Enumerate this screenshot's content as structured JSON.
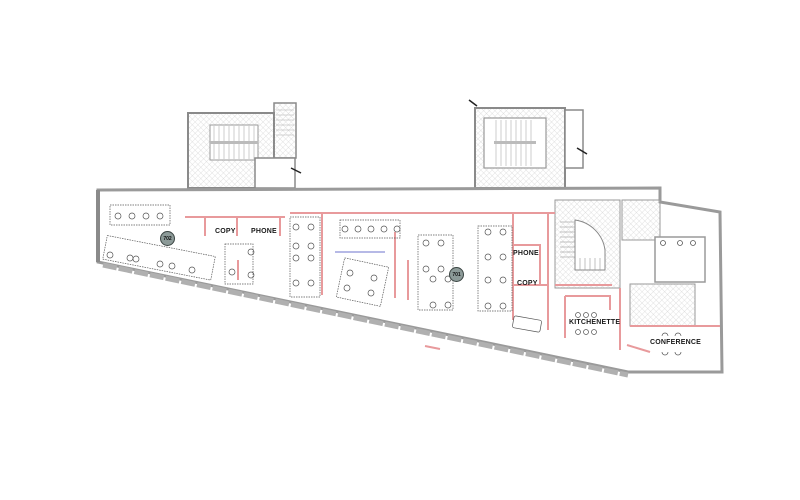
{
  "plan": {
    "colors": {
      "wall": "#9a9a9a",
      "wall_dark": "#6f6f6f",
      "partition": "#e89a9c",
      "hatch": "#c8c8c8",
      "glass": "#8a8fd6",
      "badge": "#8c9a98"
    },
    "suites": [
      {
        "id": "702"
      },
      {
        "id": "701"
      }
    ],
    "rooms": {
      "copy_west": "COPY",
      "phone_west": "PHONE",
      "phone_east": "PHONE",
      "copy_east": "COPY",
      "kitchenette": "KITCHENETTE",
      "conference": "CONFERENCE"
    }
  }
}
